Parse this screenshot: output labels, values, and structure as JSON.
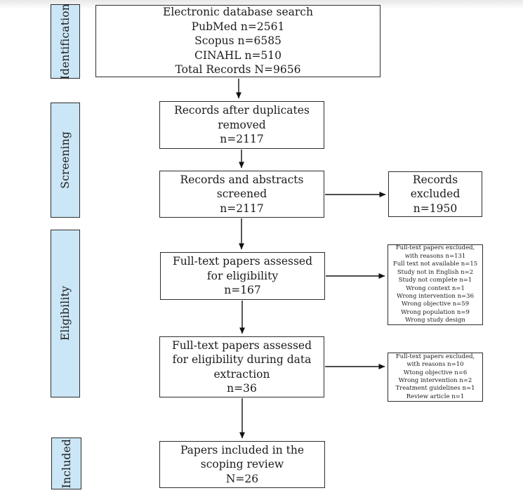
{
  "stages": [
    {
      "label": "Identification"
    },
    {
      "label": "Screening"
    },
    {
      "label": "Eligibility"
    },
    {
      "label": "Included"
    }
  ],
  "boxes": {
    "search": {
      "text": "Electronic database search\nPubMed n=2561\nScopus n=6585\nCINAHL n=510\nTotal Records N=9656"
    },
    "duplicates": {
      "text": "Records after duplicates\nremoved\nn=2117"
    },
    "screened": {
      "text": "Records and abstracts\nscreened\nn=2117"
    },
    "records_excluded": {
      "text": "Records\nexcluded\nn=1950"
    },
    "eligibility": {
      "text": "Full-text papers assessed\nfor eligibility\nn=167"
    },
    "excluded_reasons_1": {
      "text": "Full-text papers excluded,\nwith reasons n=131\nFull text not available n=15\nStudy not in English n=2\nStudy not complete n=1\nWrong context n=1\nWrong intervention n=36\nWrong objective n=59\nWrong population n=9\nWrong study design"
    },
    "data_extraction": {
      "text": "Full-text papers assessed\nfor eligibility during data\nextraction\nn=36"
    },
    "excluded_reasons_2": {
      "text": "Full-text papers excluded,\nwith reasons n=10\nWtong objective n=6\nWrong intervention n=2\nTreatment guidelines n=1\nReview article n=1"
    },
    "included": {
      "text": "Papers included in the\nscoping review\nN=26"
    }
  },
  "colors": {
    "stage_fill": "#cbe6f6",
    "box_border": "#2d2d2d",
    "text": "#1c1c1c",
    "arrow": "#111111"
  }
}
